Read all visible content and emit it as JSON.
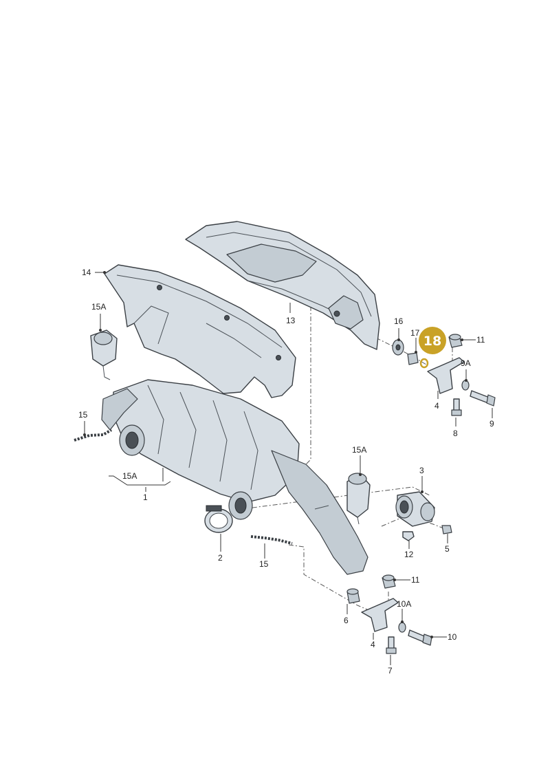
{
  "accent_color": "#c9a227",
  "highlight": {
    "label": "18"
  },
  "parts": {
    "p1": "1",
    "p2": "2",
    "p3": "3",
    "p4": "4",
    "p5": "5",
    "p6": "6",
    "p7": "7",
    "p8": "8",
    "p9": "9",
    "p9a": "9A",
    "p10": "10",
    "p10a": "10A",
    "p11": "11",
    "p12": "12",
    "p13": "13",
    "p14": "14",
    "p15": "15",
    "p15a": "15A",
    "p16": "16",
    "p17": "17"
  }
}
